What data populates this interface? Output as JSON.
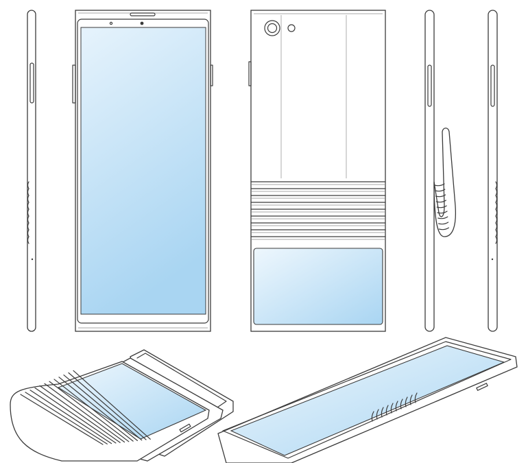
{
  "colors": {
    "line": "#3a3a3a",
    "hatch": "#8a8a8a",
    "screen_light": "#e6f3fc",
    "screen_dark": "#a9d5f2",
    "background": "#ffffff"
  },
  "views": [
    {
      "id": "left-side-view",
      "icon": "phone-side-icon"
    },
    {
      "id": "front-view",
      "icon": "phone-front-icon"
    },
    {
      "id": "back-view",
      "icon": "phone-back-icon"
    },
    {
      "id": "right-side-rolled-view",
      "icon": "phone-side-rolled-icon"
    },
    {
      "id": "right-side-view",
      "icon": "phone-side-icon"
    },
    {
      "id": "perspective-rolled-view",
      "icon": "phone-perspective-icon"
    },
    {
      "id": "perspective-extended-view",
      "icon": "phone-perspective-icon"
    }
  ]
}
